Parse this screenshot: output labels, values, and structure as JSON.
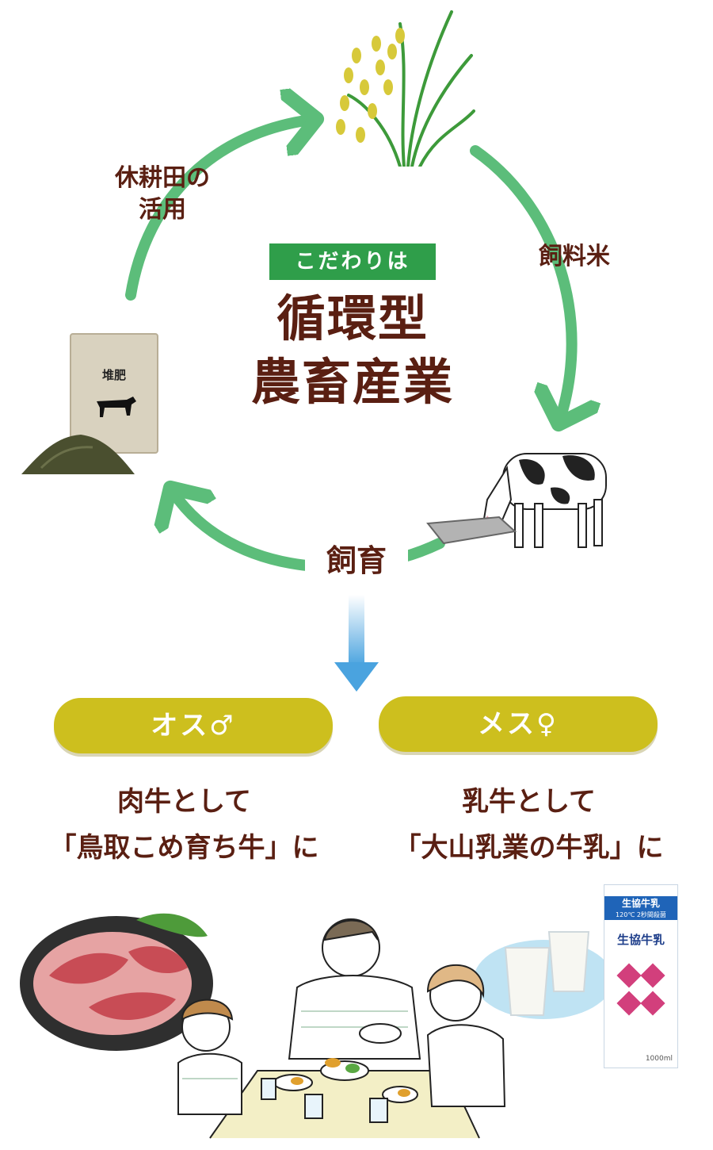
{
  "cycle": {
    "tag": "こだわりは",
    "title_line1": "循環型",
    "title_line2": "農畜産業",
    "label_fallow_line1": "休耕田の",
    "label_fallow_line2": "活用",
    "label_feed_rice": "飼料米",
    "label_raising": "飼育",
    "compost_bag_text": "堆肥"
  },
  "outcomes": {
    "male": {
      "pill": "オス♂",
      "line1": "肉牛として",
      "line2": "「鳥取こめ育ち牛」に"
    },
    "female": {
      "pill": "メス♀",
      "line1": "乳牛として",
      "line2": "「大山乳業の牛乳」に"
    }
  },
  "milk_carton": {
    "top_brand": "生協牛乳",
    "top_sub": "120℃ 2秒間殺菌",
    "main_brand": "生協牛乳",
    "volume": "1000ml"
  },
  "colors": {
    "cycle_arrow": "#5cbd7a",
    "tag_bg": "#2f9e4a",
    "text_brown": "#5a1f12",
    "pill_bg": "#cdbf1e",
    "down_arrow": "#4aa3df"
  }
}
